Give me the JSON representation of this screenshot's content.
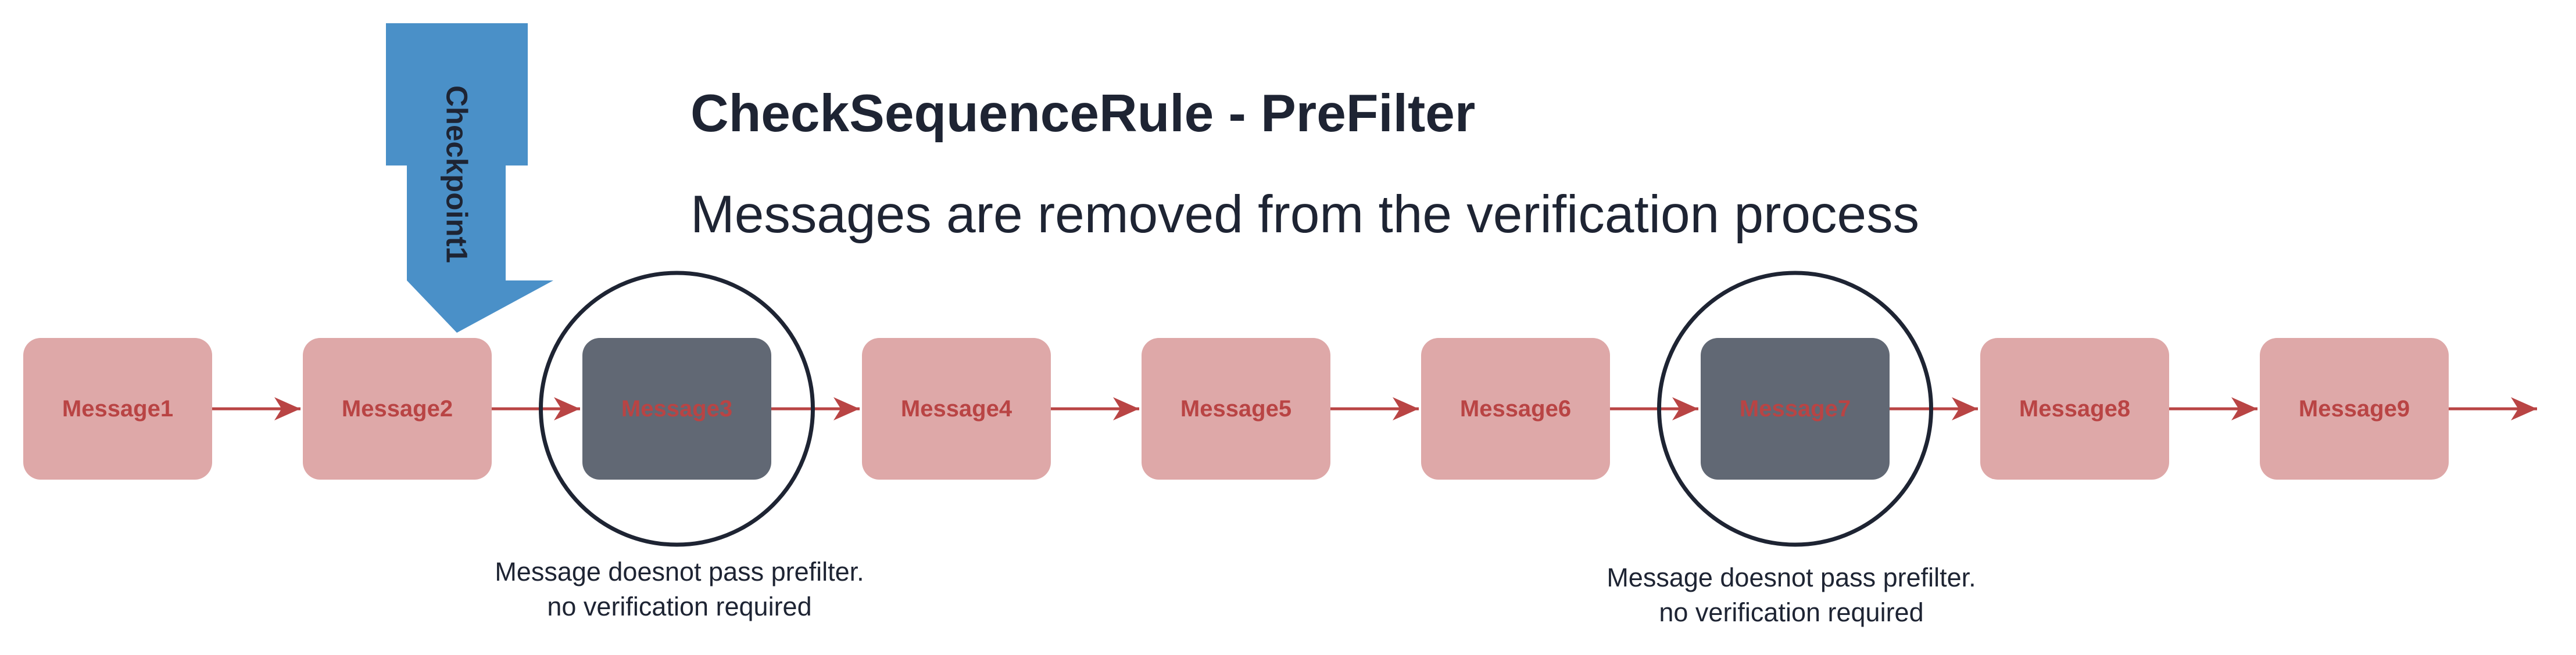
{
  "title": "CheckSequenceRule - PreFilter",
  "subtitle": "Messages are removed from the verification process",
  "checkpoint": {
    "label": "Checkpoint1",
    "color": "#4a90c8"
  },
  "messages": [
    {
      "label": "Message1",
      "filtered": false
    },
    {
      "label": "Message2",
      "filtered": false
    },
    {
      "label": "Message3",
      "filtered": true
    },
    {
      "label": "Message4",
      "filtered": false
    },
    {
      "label": "Message5",
      "filtered": false
    },
    {
      "label": "Message6",
      "filtered": false
    },
    {
      "label": "Message7",
      "filtered": true
    },
    {
      "label": "Message8",
      "filtered": false
    },
    {
      "label": "Message9",
      "filtered": false
    }
  ],
  "notes": [
    {
      "line1": "Message doesnot pass prefilter.",
      "line2": "no verification required"
    },
    {
      "line1": "Message doesnot pass prefilter.",
      "line2": "no verification required"
    }
  ],
  "colors": {
    "message_fill": "#dea8a8",
    "message_text": "#b94444",
    "filtered_fill": "#616874",
    "arrow": "#b94444",
    "circle": "#1e2433",
    "text_dark": "#1e2433"
  }
}
